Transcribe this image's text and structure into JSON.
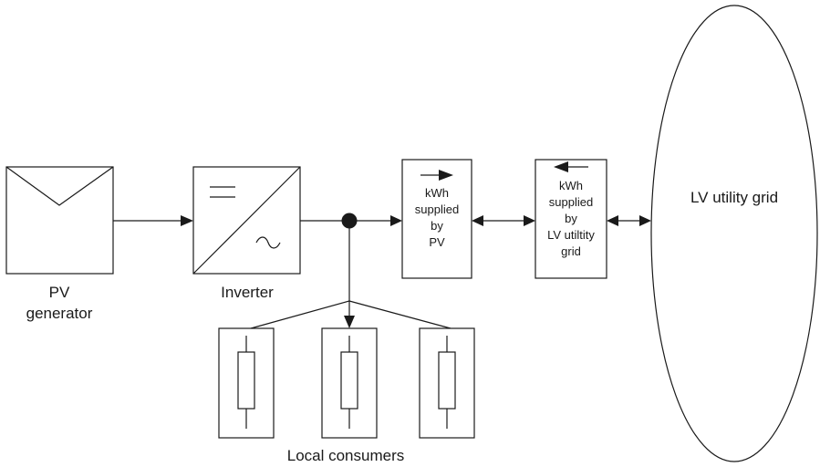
{
  "labels": {
    "pv_generator": [
      "PV",
      "generator"
    ],
    "inverter": "Inverter",
    "local_consumers": "Local consumers",
    "lv_grid": "LV utility grid",
    "meter_pv": [
      "kWh",
      "supplied",
      "by",
      "PV"
    ],
    "meter_grid": [
      "kWh",
      "supplied",
      "by",
      "LV utiltity",
      "grid"
    ]
  },
  "icons": {
    "pv": "pv-panel-icon",
    "inverter": "dc-ac-inverter-icon",
    "resistor": "resistor-icon",
    "junction": "junction-dot-icon"
  }
}
